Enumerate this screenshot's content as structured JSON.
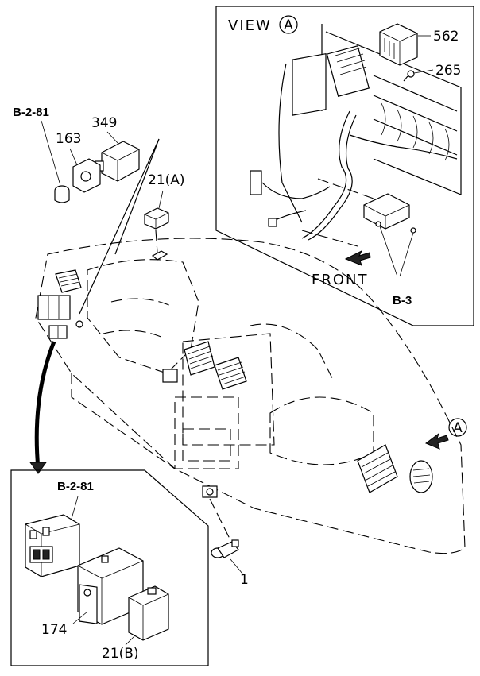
{
  "diagram": {
    "view_title": "VIEW",
    "view_marker": "A",
    "callouts": {
      "c562": "562",
      "c265": "265",
      "front": "FRONT",
      "b3": "B-3",
      "b281_top": "B-2-81",
      "c349": "349",
      "c163": "163",
      "c21a": "21(A)",
      "c1": "1",
      "b281_inset": "B-2-81",
      "c174": "174",
      "c21b": "21(B)"
    },
    "marker_a_dash": "A"
  }
}
